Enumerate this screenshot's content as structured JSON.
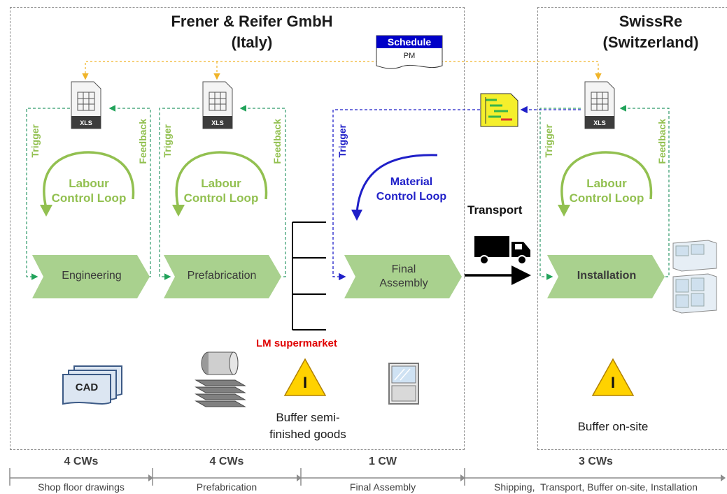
{
  "regions": {
    "frener_title": "Frener & Reifer GmbH",
    "frener_sub": "(Italy)",
    "swissre_title": "SwissRe",
    "swissre_sub": "(Switzerland)"
  },
  "schedule": {
    "header": "Schedule",
    "sub": "PM"
  },
  "xls_label": "XLS",
  "loops": {
    "trigger": "Trigger",
    "feedback": "Feedback",
    "labour_line1": "Labour",
    "labour_line2": "Control Loop",
    "material_line1": "Material",
    "material_line2": "Control Loop"
  },
  "processes": {
    "engineering": "Engineering",
    "prefabrication": "Prefabrication",
    "final_line1": "Final",
    "final_line2": "Assembly",
    "installation": "Installation"
  },
  "transport": "Transport",
  "supermarket": "LM supermarket",
  "cad": "CAD",
  "inventory_symbol": "I",
  "buffers": {
    "semi_line1": "Buffer semi-",
    "semi_line2": "finished goods",
    "onsite": "Buffer on-site"
  },
  "timeline": [
    {
      "duration": "4 CWs",
      "phase": "Shop floor drawings"
    },
    {
      "duration": "4 CWs",
      "phase": "Prefabrication"
    },
    {
      "duration": "1 CW",
      "phase": "Final Assembly"
    },
    {
      "duration": "3 CWs",
      "phase": "Shipping,  Transport, Buffer on-site, Installation"
    }
  ],
  "colors": {
    "green_text": "#92c050",
    "chevron": "#a9d18e",
    "feedback_line": "#2e9a6a",
    "material_blue": "#1f1fc8",
    "schedule_orange": "#f0b429",
    "supermarket_red": "#e00000",
    "warning_yellow": "#ffd200"
  }
}
